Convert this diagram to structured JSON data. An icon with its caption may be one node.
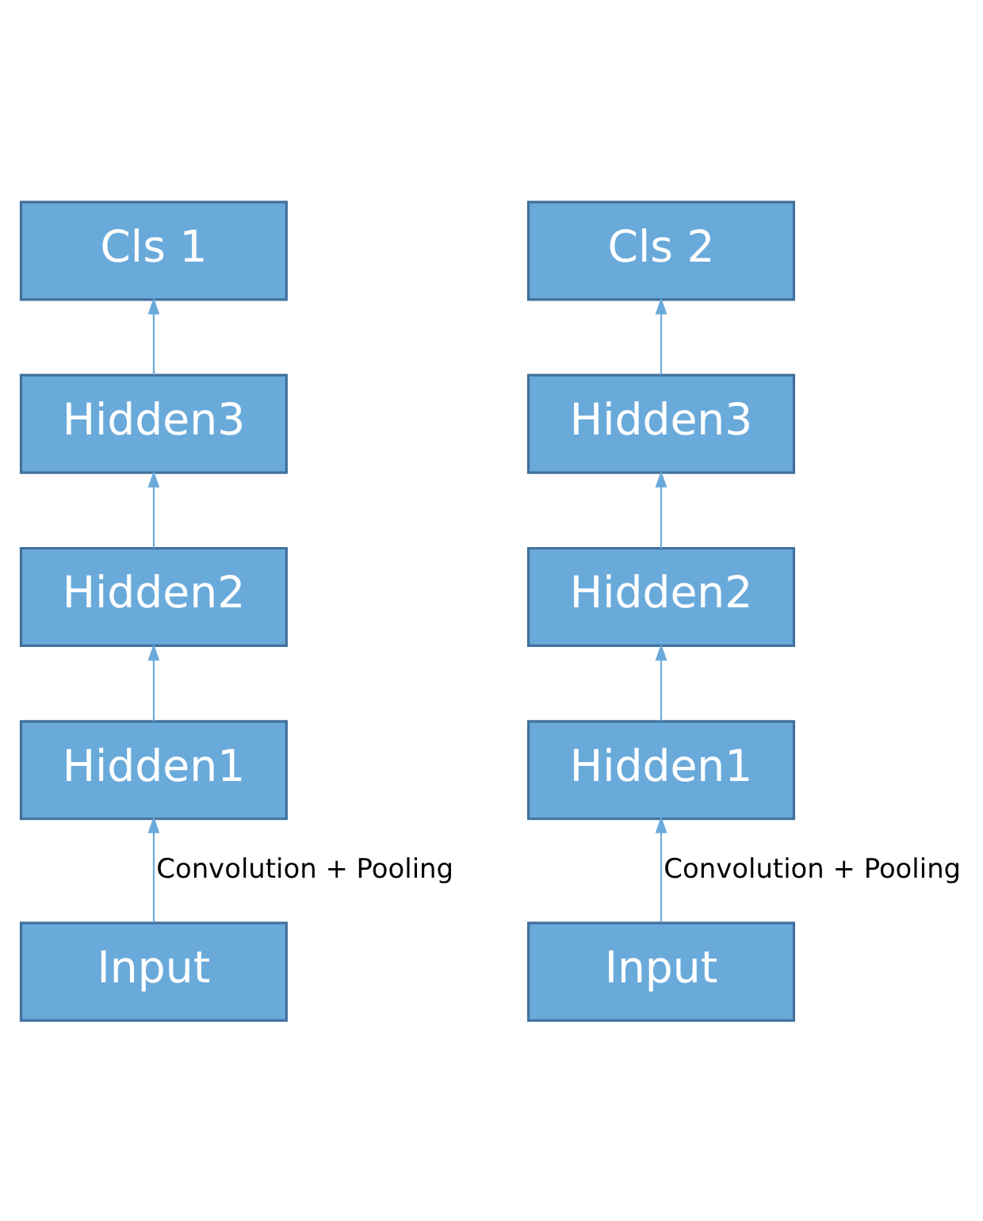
{
  "diagram": {
    "nodes": [
      {
        "text": [
          "Cls 1"
        ]
      },
      {
        "text": [
          "Cls 2"
        ]
      },
      {
        "text": [
          "Hidden3"
        ]
      },
      {
        "text": [
          "Hidden3"
        ]
      },
      {
        "text": [
          "Hidden2"
        ]
      },
      {
        "text": [
          "Hidden2"
        ]
      },
      {
        "text": [
          "Hidden1"
        ]
      },
      {
        "text": [
          "Hidden1"
        ]
      },
      {
        "text": [
          "Input"
        ]
      },
      {
        "text": [
          "Input"
        ]
      }
    ],
    "edges": [
      {
        "from": 8,
        "to": 6,
        "arrow": "to",
        "label": "Convolution + Pooling"
      },
      {
        "from": 6,
        "to": 4,
        "arrow": "to"
      },
      {
        "from": 4,
        "to": 2,
        "arrow": "to"
      },
      {
        "from": 2,
        "to": 0,
        "arrow": "to"
      },
      {
        "from": 9,
        "to": 7,
        "arrow": "to",
        "label": "Convolution + Pooling"
      },
      {
        "from": 7,
        "to": 5,
        "arrow": "to"
      },
      {
        "from": 5,
        "to": 3,
        "arrow": "to"
      },
      {
        "from": 3,
        "to": 1,
        "arrow": "to"
      }
    ]
  }
}
